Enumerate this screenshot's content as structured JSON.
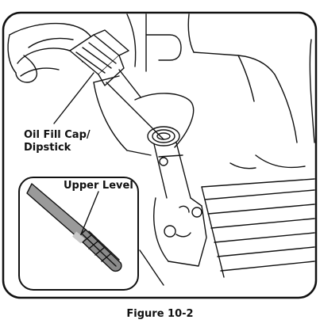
{
  "callouts": {
    "dipstick_line1": "Oil Fill Cap/",
    "dipstick_line2": "Dipstick",
    "upper_level": "Upper Level"
  },
  "caption": "Figure 10-2"
}
